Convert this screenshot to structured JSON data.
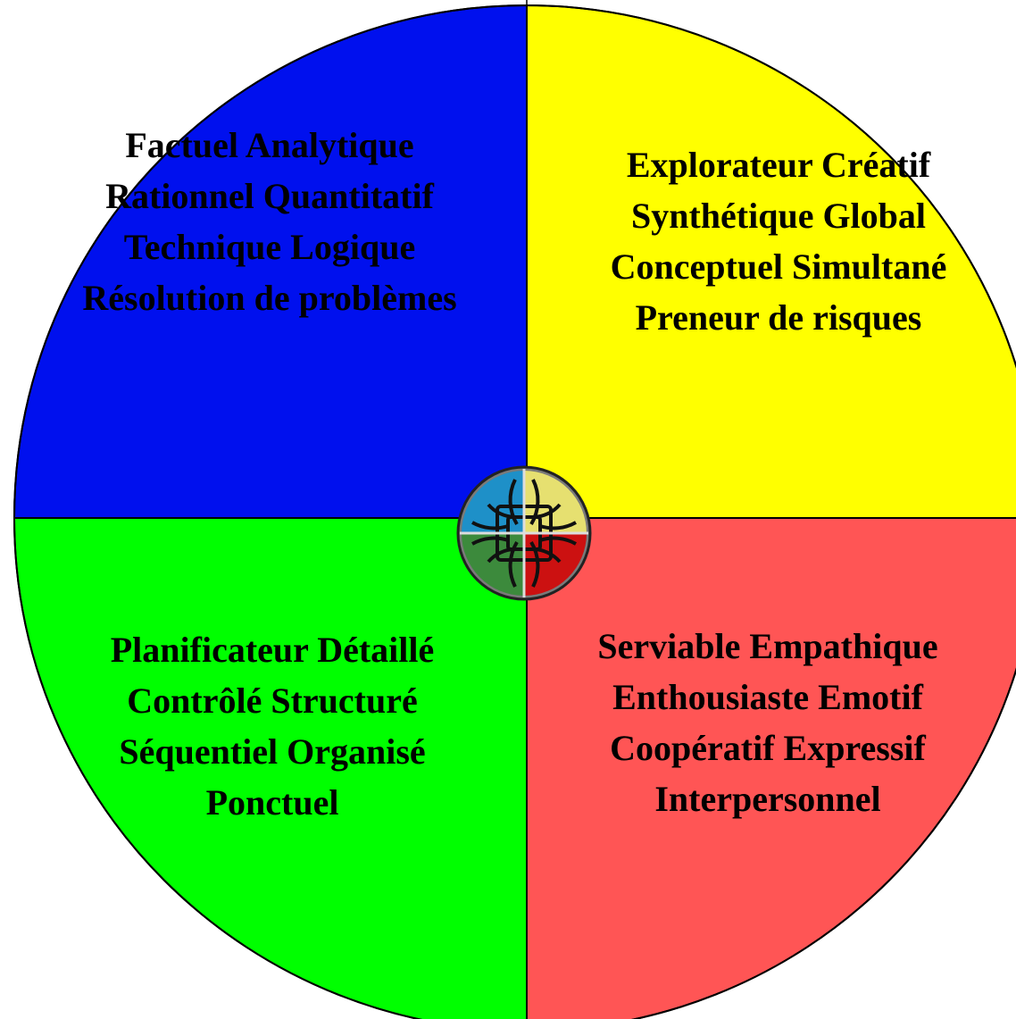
{
  "quadrants": [
    {
      "id": "top-left",
      "color": "#0010ee",
      "lines": [
        "Factuel Analytique",
        "Rationnel Quantitatif",
        "Technique Logique",
        "Résolution de problèmes"
      ]
    },
    {
      "id": "top-right",
      "color": "#ffff00",
      "lines": [
        "Explorateur Créatif",
        "Synthétique Global",
        "Conceptuel Simultané",
        "Preneur de risques"
      ]
    },
    {
      "id": "bottom-left",
      "color": "#00ff00",
      "lines": [
        "Planificateur Détaillé",
        "Contrôlé Structuré",
        "Séquentiel Organisé",
        "Ponctuel"
      ]
    },
    {
      "id": "bottom-right",
      "color": "#ff5555",
      "lines": [
        "Serviable Empathique",
        "Enthousiaste Emotif",
        "Coopératif Expressif",
        "Interpersonnel"
      ]
    }
  ],
  "center_emblem": {
    "icon": "celtic-knot-shield-icon",
    "colors": [
      "#1e90c8",
      "#e6e070",
      "#3c8a3c",
      "#cc1111"
    ]
  }
}
